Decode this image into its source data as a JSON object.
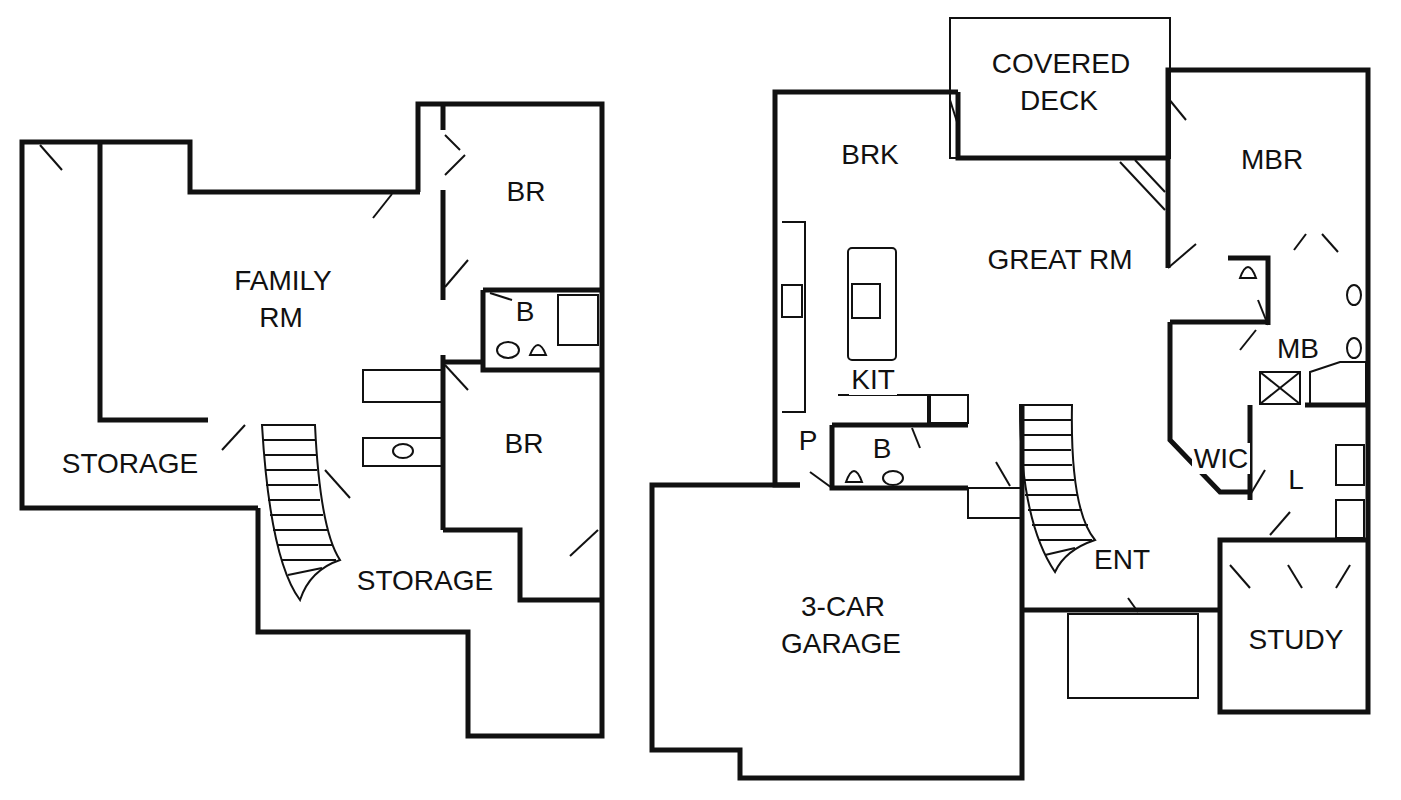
{
  "diagram": {
    "labels": [
      "BR",
      "FAMILY RM",
      "B",
      "BR",
      "STORAGE",
      "STORAGE",
      "COVERED DECK",
      "BRK",
      "MBR",
      "GREAT RM",
      "MB",
      "KIT",
      "P",
      "B",
      "WIC",
      "L",
      "ENT",
      "3-CAR GARAGE",
      "STUDY"
    ]
  }
}
